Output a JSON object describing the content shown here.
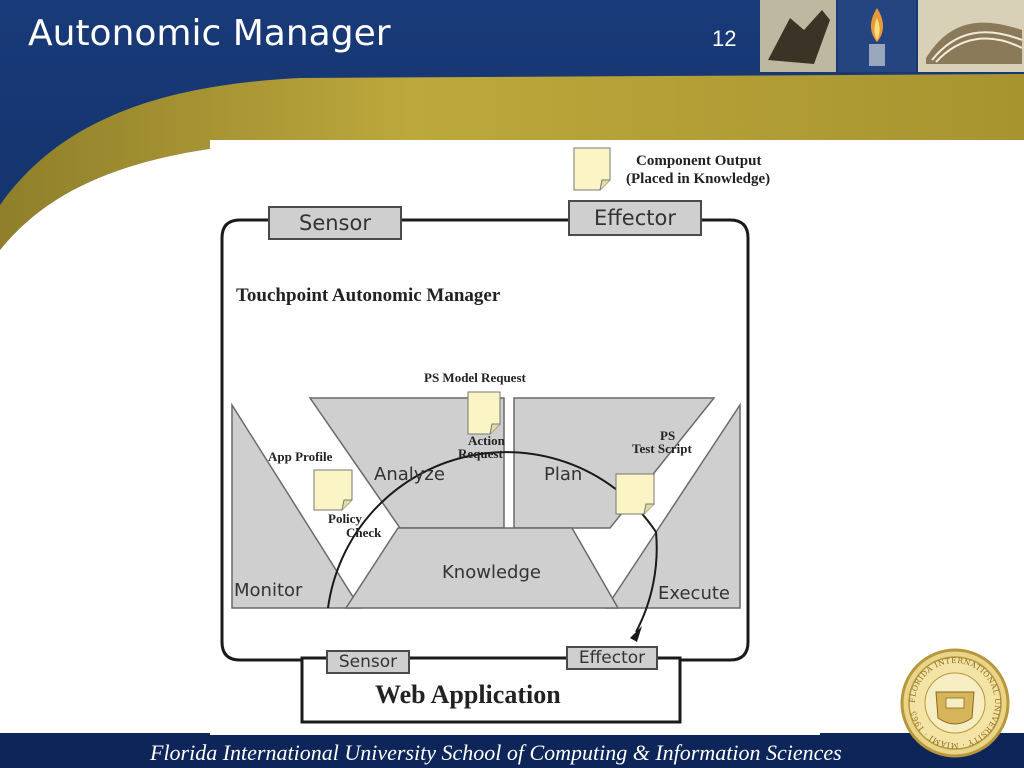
{
  "slide": {
    "title": "Autonomic Manager",
    "number": "12",
    "footer": "Florida International University School of Computing & Information Sciences",
    "seal_text": "FLORIDA INTERNATIONAL UNIVERSITY · MIAMI · 1965"
  },
  "diagram": {
    "legend": {
      "line1": "Component Output",
      "line2": "(Placed in Knowledge)"
    },
    "top_sensor": "Sensor",
    "top_effector": "Effector",
    "manager_title": "Touchpoint Autonomic Manager",
    "ps_model_request": "PS Model Request",
    "action_request_1": "Action",
    "action_request_2": "Request",
    "ps_test_1": "PS",
    "ps_test_2": "Test Script",
    "app_profile": "App Profile",
    "policy_check_1": "Policy",
    "policy_check_2": "Check",
    "analyze": "Analyze",
    "plan": "Plan",
    "knowledge": "Knowledge",
    "monitor": "Monitor",
    "execute": "Execute",
    "bottom_sensor": "Sensor",
    "bottom_effector": "Effector",
    "web_application": "Web Application"
  },
  "colors": {
    "navy": "#0e2a5e",
    "gold": "#b8a238",
    "shape_gray": "#cfcfcf",
    "note_yellow": "#fbf5c6"
  }
}
